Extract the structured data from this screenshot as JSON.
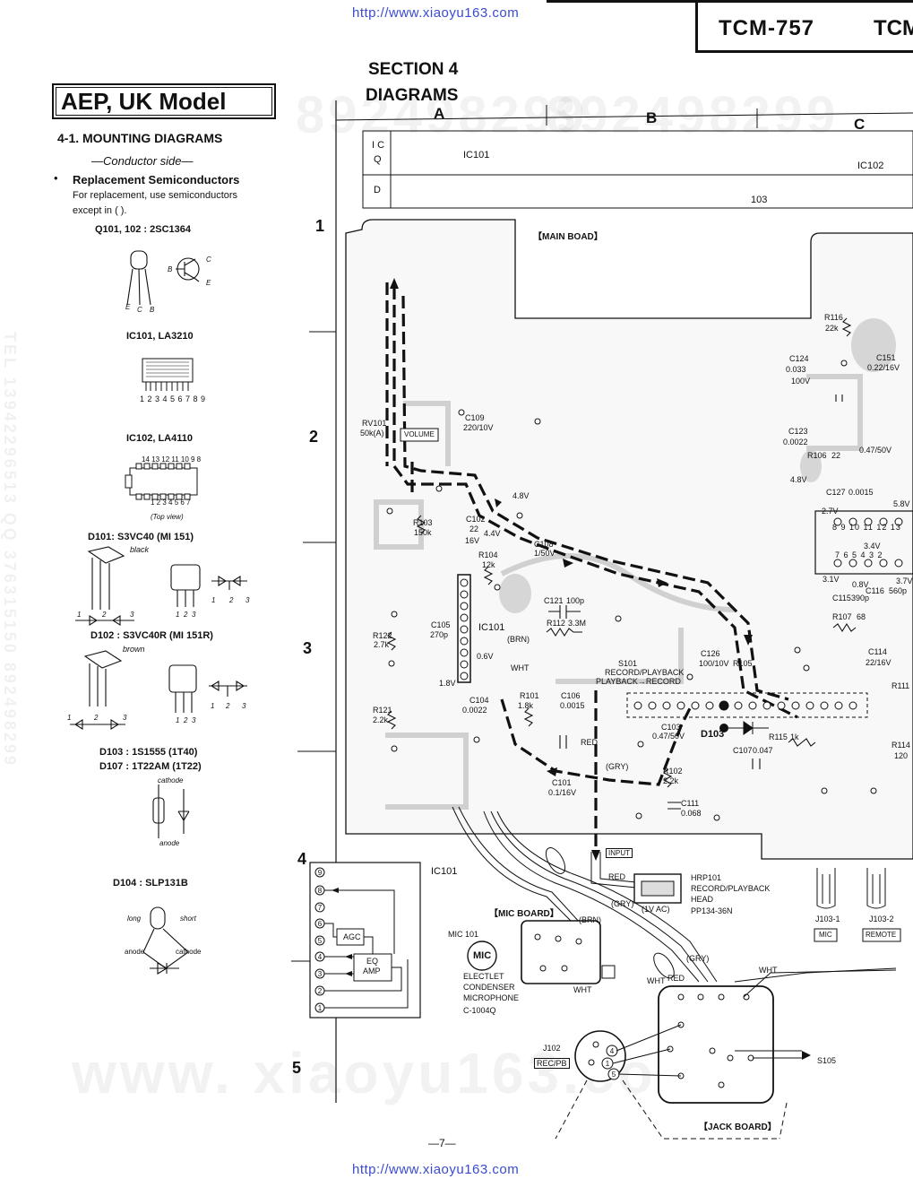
{
  "watermark": {
    "url_top": "http://www.xiaoyu163.com",
    "url_bottom": "http://www.xiaoyu163.com",
    "bg_text": "www. xiaoyu163.com",
    "bg_number": "892498299",
    "side_text": "TEL 13942296513  QQ 376315150  892498299"
  },
  "header": {
    "model_1": "TCM-757",
    "model_2": "TCM"
  },
  "model_box": "AEP, UK Model",
  "section": {
    "title": "SECTION 4",
    "subtitle": "DIAGRAMS"
  },
  "left": {
    "heading": "4-1.  MOUNTING DIAGRAMS",
    "conductor": "—Conductor side—",
    "bullet": "Replacement Semiconductors",
    "note_1": "For replacement, use semiconductors",
    "note_2": "except in (      ).",
    "q": "Q101, 102 : 2SC1364",
    "ic101": "IC101, LA3210",
    "ic101_pins": "1 2 3 4 5 6 7 8 9",
    "ic102": "IC102, LA4110",
    "ic102_pins_top": "14 13 12 11 10 9 8",
    "ic102_pins_bot": "1 2 3 4 5 6 7",
    "top_view": "(Top view)",
    "d101": "D101: S3VC40 (MI 151)",
    "black": "black",
    "d102": "D102 : S3VC40R (MI 151R)",
    "brown": "brown",
    "d103": "D103 : 1S1555 (1T40)",
    "d107": "D107 : 1T22AM (1T22)",
    "cathode": "cathode",
    "anode": "anode",
    "d104": "D104 : SLP131B",
    "long": "long",
    "short": "short",
    "anode2": "anode",
    "cathode2": "cathode"
  },
  "grid": {
    "cols": [
      "A",
      "B",
      "C"
    ],
    "rows": [
      "1",
      "2",
      "3",
      "4",
      "5"
    ],
    "ic_q_label_1": "I C",
    "ic_q_label_2": "Q",
    "d_label": "D",
    "ic101": "IC101",
    "ic102": "IC102",
    "d103": "103"
  },
  "board": {
    "main_board": "【MAIN BOAD】",
    "mic_board": "【MIC BOARD】",
    "jack_board": "【JACK BOARD】",
    "ic101_inset": "IC101",
    "agc": "AGC",
    "eq_amp_1": "EQ",
    "eq_amp_2": "AMP"
  },
  "labels": {
    "rv101": "RV101",
    "rv101_val": "50k(A)",
    "volume": "VOLUME",
    "c109": "C109",
    "c109_val": "220/10V",
    "r103": "R103",
    "r103_val": "150k",
    "c102": "C102",
    "c102_val": "22",
    "v44": "4.4V",
    "v16": "16V",
    "r104": "R104",
    "r104_val": "12k",
    "v48": "4.8V",
    "c108": "C108",
    "c108_val": "1/50V",
    "c121": "C121",
    "c121_val": "100p",
    "r112": "R112",
    "r112_val": "3.3M",
    "ic101_on_board": "IC101",
    "brn": "(BRN)",
    "c105": "C105",
    "c105_val": "270p",
    "r122": "R122",
    "r122_val": "2.7k",
    "v06": "0.6V",
    "v18": "1.8V",
    "wht": "WHT",
    "s101": "S101",
    "s101_1": "RECORD/PLAYBACK",
    "s101_2": "PLAYBACK→RECORD",
    "c126": "C126",
    "c126_val": "100/10V",
    "r105": "R105",
    "r121": "R121",
    "r121_val": "2.2k",
    "c104": "C104",
    "c104_val": "0.0022",
    "r101": "R101",
    "r101_val": "1.8k",
    "c106": "C106",
    "c106_val": "0.0015",
    "c103": "C103",
    "c103_val": "0.47/50V",
    "d103_board": "D103",
    "r115": "R115",
    "r115_val": "1k",
    "c107": "C107",
    "c107_val": "0.047",
    "red": "RED",
    "gry": "(GRY)",
    "r102": "R102",
    "r102_val": "2.2k",
    "c101": "C101",
    "c101_val": "0.1/16V",
    "c111": "C111",
    "c111_val": "0.068",
    "input": "INPUT",
    "hrp101": "HRP101",
    "hrp_1": "RECORD/PLAYBACK",
    "hrp_2": "HEAD",
    "hrp_3": "PP134-36N",
    "red2": "RED",
    "gry2": "(GRY)",
    "ac": "(1V AC)",
    "brn2": "(BRN)",
    "mic101": "MIC 101",
    "mic": "MIC",
    "mic_1": "ELECTLET",
    "mic_2": "CONDENSER",
    "mic_3": "MICROPHONE",
    "mic_4": "C-1004Q",
    "wht2": "WHT",
    "gry3": "(GRY)",
    "wht3": "WHT",
    "red3": "RED",
    "wht4": "WHT",
    "j102": "J102",
    "recpb": "REC/PB",
    "s105": "S105",
    "j1031": "J103-1",
    "j1032": "J103-2",
    "mic_jack": "MIC",
    "remote": "REMOTE",
    "r116": "R116",
    "r116_val": "22k",
    "c124": "C124",
    "c124_val": "0.033",
    "c124_v": "100V",
    "c151": "C151",
    "c151_val": "0.22/16V",
    "c123": "C123",
    "c123_val": "0.0022",
    "r106": "R106",
    "r106_val": "22",
    "c110": "0.47/50V",
    "v48b": "4.8V",
    "c127": "C127",
    "c127_val": "0.0015",
    "v58": "5.8V",
    "v27": "2.7V",
    "v34": "3.4V",
    "v31": "3.1V",
    "v08": "0.8V",
    "v37": "3.7V",
    "c115": "C115",
    "c115_val": "390p",
    "c116": "C116",
    "c116_val": "560p",
    "r107": "R107",
    "r107_val": "68",
    "c114": "C114",
    "c114_val": "22/16V",
    "r111": "R111",
    "r114": "R114",
    "r114_val": "120",
    "pins_top": "8  9  10  11  12  13",
    "pins_bot": "7  6  5  4  3  2",
    "page": "—7—"
  }
}
